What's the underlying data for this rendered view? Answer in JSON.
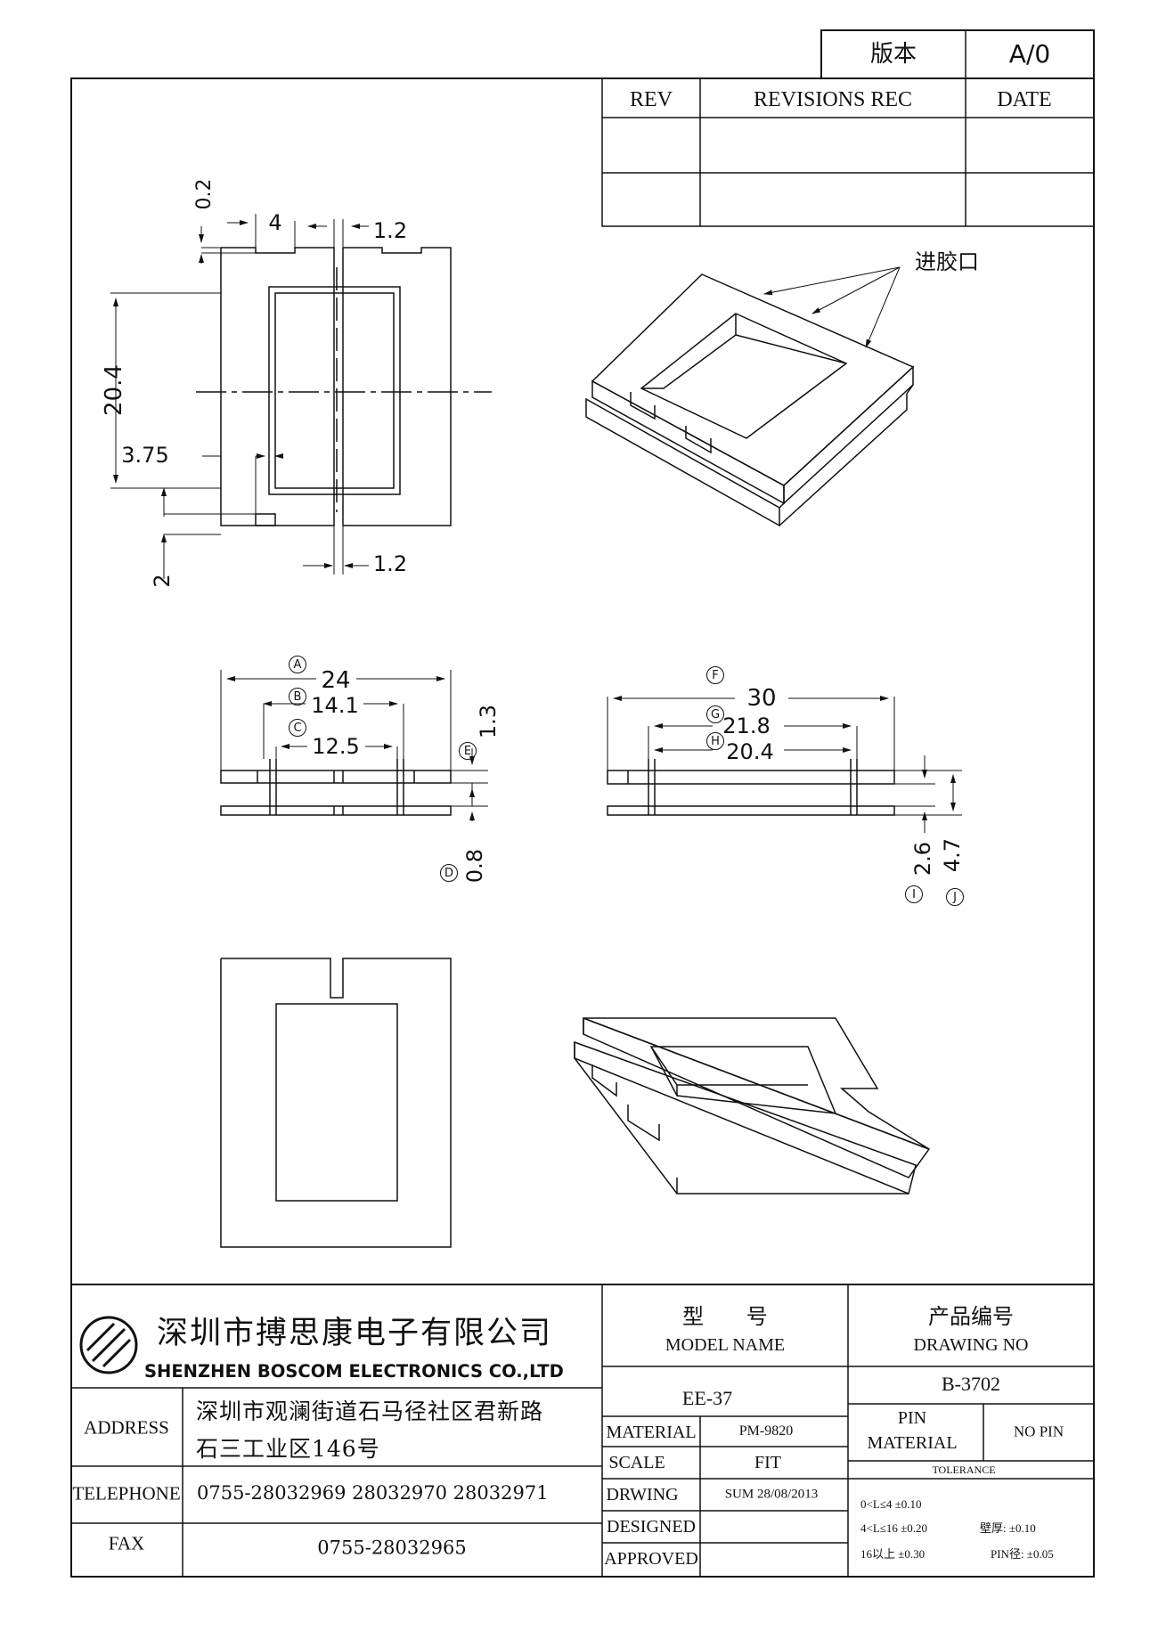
{
  "version": {
    "label": "版本",
    "value": "A/0"
  },
  "revisions": {
    "col_rev": "REV",
    "col_rec": "REVISIONS REC",
    "col_date": "DATE"
  },
  "top_view": {
    "dim_02": "0.2",
    "dim_4": "4",
    "dim_12_top": "1.2",
    "dim_204": "20.4",
    "dim_375": "3.75",
    "dim_2": "2",
    "dim_12_bottom": "1.2"
  },
  "gate_label": "进胶口",
  "front_view": {
    "dim_24": "24",
    "dim_141": "14.1",
    "dim_125": "12.5",
    "dim_13": "1.3",
    "dim_08": "0.8",
    "ref_a": "A",
    "ref_b": "B",
    "ref_c": "C",
    "ref_d": "D",
    "ref_e": "E"
  },
  "side_view": {
    "dim_30": "30",
    "dim_218": "21.8",
    "dim_204": "20.4",
    "dim_26": "2.6",
    "dim_47": "4.7",
    "ref_f": "F",
    "ref_g": "G",
    "ref_h": "H",
    "ref_i": "I",
    "ref_j": "J"
  },
  "company": {
    "name_cn": "深圳市搏思康电子有限公司",
    "name_en": "SHENZHEN BOSCOM ELECTRONICS CO.,LTD",
    "address_label": "ADDRESS",
    "address_line1": "深圳市观澜街道石马径社区君新路",
    "address_line2": "石三工业区146号",
    "telephone_label": "TELEPHONE",
    "telephone": "0755-28032969 28032970 28032971",
    "fax_label": "FAX",
    "fax": "0755-28032965"
  },
  "title_block": {
    "model_label_cn": "型 号",
    "model_label_en": "MODEL NAME",
    "model_name": "EE-37",
    "drawing_label_cn": "产品编号",
    "drawing_label_en": "DRAWING NO",
    "drawing_no": "B-3702",
    "material_label": "MATERIAL",
    "material": "PM-9820",
    "scale_label": "SCALE",
    "scale": "FIT",
    "drawing_by_label": "DRWING",
    "drawing_by": "SUM 28/08/2013",
    "designed_label": "DESIGNED",
    "approved_label": "APPROVED",
    "pin_material_label_1": "PIN",
    "pin_material_label_2": "MATERIAL",
    "pin_material": "NO PIN",
    "tolerance_label": "TOLERANCE",
    "tol_1": "0<L≤4 ±0.10",
    "tol_2": "4<L≤16 ±0.20",
    "tol_3": "16以上 ±0.30",
    "tol_wall": "壁厚: ±0.10",
    "tol_pin": "PIN径: ±0.05"
  }
}
